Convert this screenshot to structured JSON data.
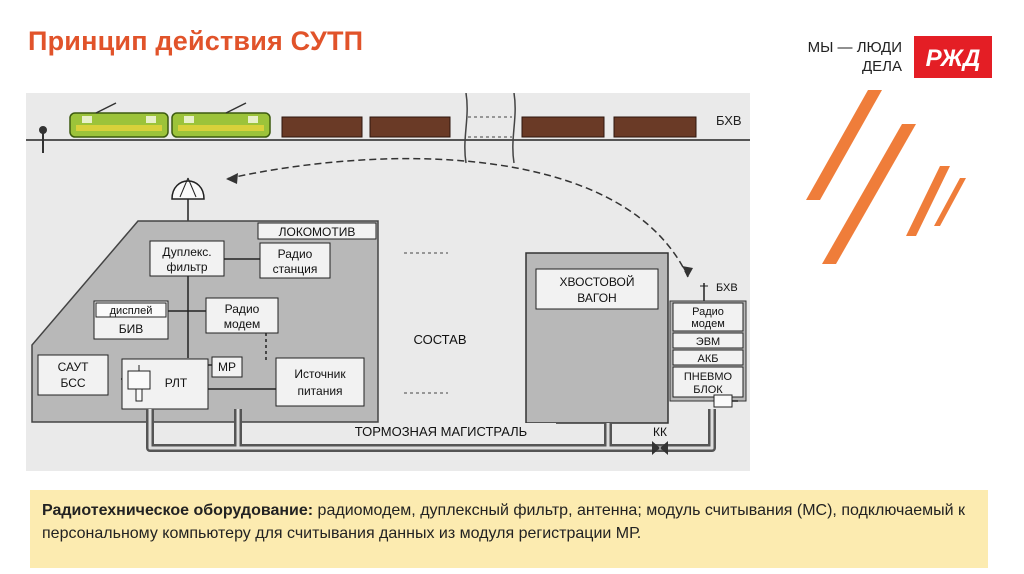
{
  "slide": {
    "title": "Принцип действия СУТП",
    "slogan_line1": "МЫ — ЛЮДИ",
    "slogan_line2": "ДЕЛА",
    "logo_text": "РЖД"
  },
  "diagram": {
    "labels": {
      "bhv_top": "БХВ",
      "locomotive": "ЛОКОМОТИВ",
      "duplex_1": "Дуплекс.",
      "duplex_2": "фильтр",
      "radio_station_1": "Радио",
      "radio_station_2": "станция",
      "display": "дисплей",
      "biv": "БИВ",
      "radio_modem_1": "Радио",
      "radio_modem_2": "модем",
      "saut_1": "САУТ",
      "saut_2": "БСС",
      "rlt": "РЛТ",
      "mr": "МР",
      "power_1": "Источник",
      "power_2": "питания",
      "consist": "СОСТАВ",
      "tail_wagon_1": "ХВОСТОВОЙ",
      "tail_wagon_2": "ВАГОН",
      "bhv_right": "БХВ",
      "bhv_modem_1": "Радио",
      "bhv_modem_2": "модем",
      "evm": "ЭВМ",
      "akb": "АКБ",
      "pneumo_1": "ПНЕВМО",
      "pneumo_2": "БЛОК",
      "brake_line": "ТОРМОЗНАЯ МАГИСТРАЛЬ",
      "kk": "КК"
    },
    "colors": {
      "panel_bg": "#eaeaea",
      "block_fill": "#b8b8b8",
      "box_fill": "#f2f2f2",
      "loco_green": "#9cc33a",
      "loco_yellow": "#d8d13a",
      "wagon_brown": "#6a3a26"
    }
  },
  "info": {
    "bold": "Радиотехническое оборудование:",
    "text": " радиомодем, дуплексный фильтр, антенна; модуль считывания (МС), подключаемый к персональному компьютеру для считывания данных из модуля регистрации МР."
  },
  "colors": {
    "accent": "#e1532a",
    "logo_red": "#e41e25",
    "stripe_orange": "#ef7d3a",
    "info_bg": "#fcebb0"
  }
}
